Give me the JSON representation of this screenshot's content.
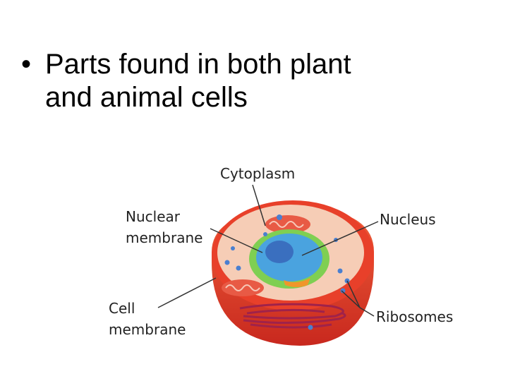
{
  "slide": {
    "bullet": "•",
    "title_line1": "Parts found in both plant",
    "title_line2": "and animal cells"
  },
  "diagram": {
    "labels": {
      "cytoplasm": "Cytoplasm",
      "nuclear_membrane_1": "Nuclear",
      "nuclear_membrane_2": "membrane",
      "nucleus": "Nucleus",
      "cell_membrane_1": "Cell",
      "cell_membrane_2": "membrane",
      "ribosomes": "Ribosomes"
    },
    "colors": {
      "cell_membrane": "#e8402a",
      "cytoplasm": "#f6cdb6",
      "nuclear_envelope": "#7fcf52",
      "nucleus": "#4aa3df",
      "nucleolus": "#3a6fbf",
      "mitochondria": "#e85a45",
      "er": "#a0224a",
      "ribosome": "#4a7fd0",
      "leader_line": "#333333"
    }
  }
}
